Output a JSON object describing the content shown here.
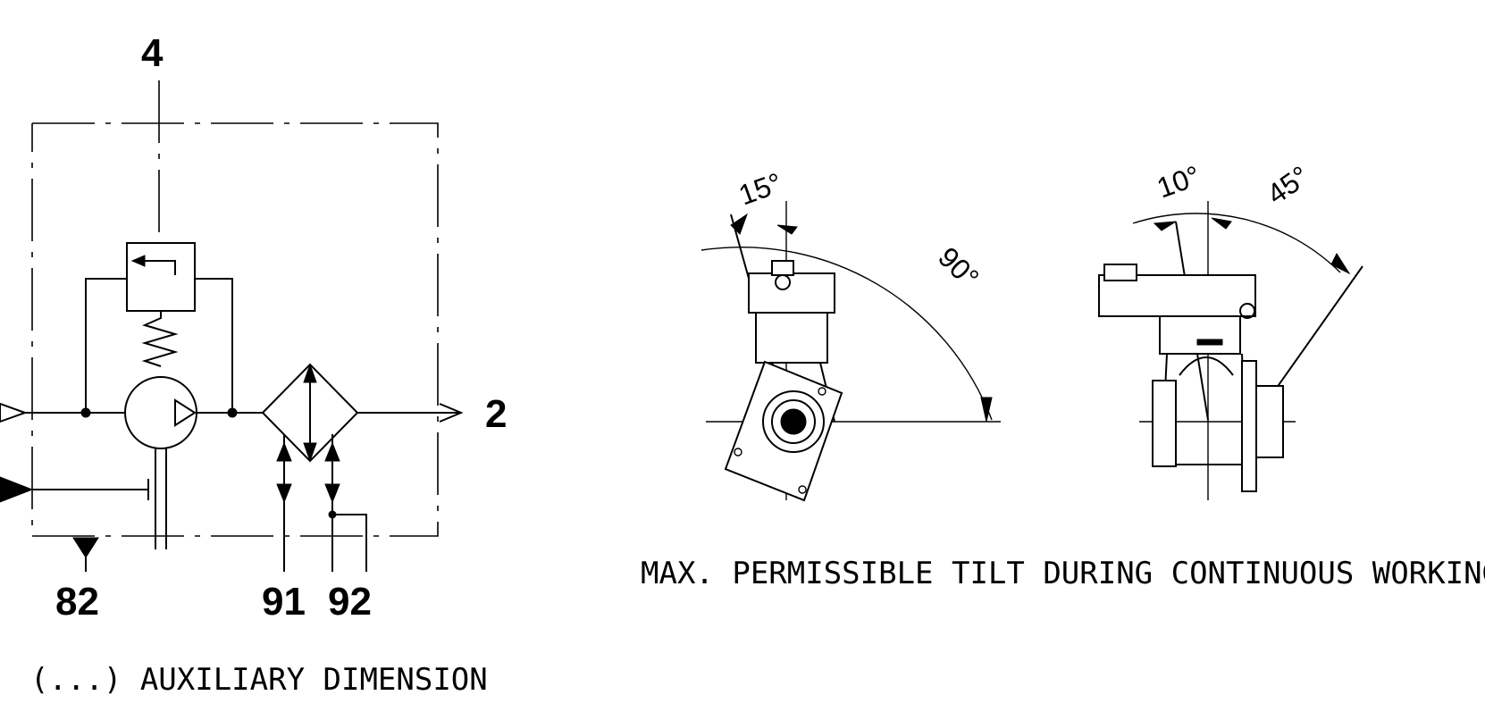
{
  "schematic": {
    "ports": {
      "top": "4",
      "right": "2",
      "bottom_left": "82",
      "bottom_mid": "91",
      "bottom_right": "92"
    },
    "caption": "(...) AUXILIARY DIMENSION"
  },
  "tilt": {
    "caption": "MAX. PERMISSIBLE TILT DURING CONTINUOUS WORKING",
    "left_view": {
      "angle_small": "15°",
      "angle_large": "90°"
    },
    "right_view": {
      "angle_small": "10°",
      "angle_large": "45°"
    }
  }
}
